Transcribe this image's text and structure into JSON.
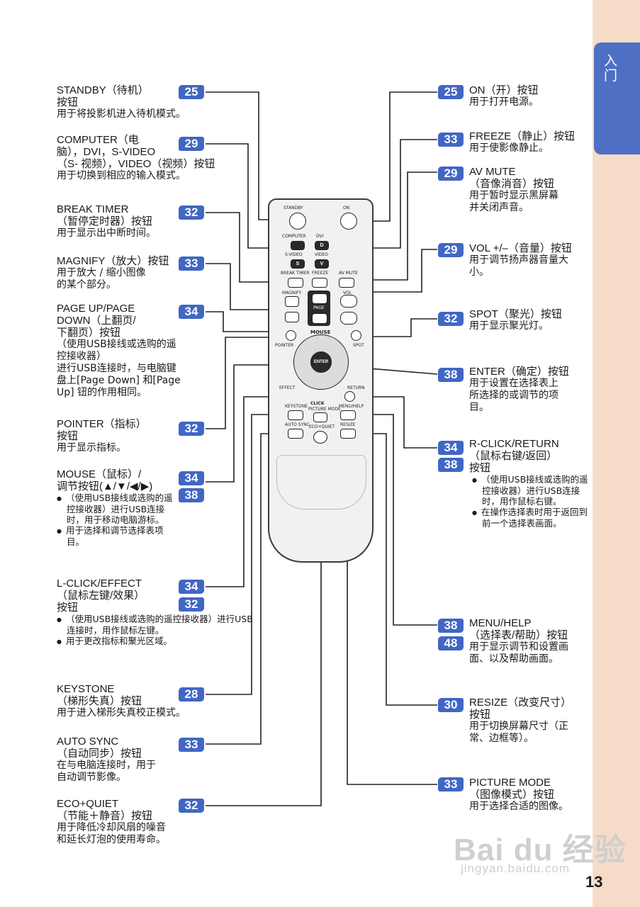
{
  "sidebar": {
    "tab_label": "入门"
  },
  "page_number": "13",
  "watermark": {
    "logo": "Bai du 经验",
    "url": "jingyan.baidu.com"
  },
  "remote": {
    "standby": "STANDBY",
    "on": "ON",
    "computer": "COMPUTER",
    "dvi": "DVI",
    "svideo": "S-VIDEO",
    "video": "VIDEO",
    "break_timer": "BREAK TIMER",
    "freeze": "FREEZE",
    "av_mute": "AV MUTE",
    "magnify": "MAGNIFY",
    "vol": "VOL",
    "page": "PAGE",
    "mouse": "MOUSE",
    "pointer": "POINTER",
    "spot": "SPOT",
    "enter": "ENTER",
    "effect": "EFFECT",
    "return": "RETURN",
    "keystone": "KEYSTONE",
    "click": "CLICK",
    "menu_help": "MENU/HELP",
    "picture_mode": "PICTURE MODE",
    "auto_sync": "AUTO SYNC",
    "eco_quiet": "ECO+QUIET",
    "resize": "RESIZE",
    "key_d": "D",
    "key_s": "S",
    "key_v": "V"
  },
  "left": [
    {
      "id": "standby",
      "badges": [
        "25"
      ],
      "title": "STANDBY（待机）",
      "title2": "按钮",
      "desc": "用于将投影机进入待机模式。"
    },
    {
      "id": "computer",
      "badges": [
        "29"
      ],
      "title": "COMPUTER（电",
      "title2": "脑），DVI，S-VIDEO",
      "title3": "（S- 视频），VIDEO（视频）按钮",
      "desc": "用于切换到相应的输入模式。"
    },
    {
      "id": "break",
      "badges": [
        "32"
      ],
      "title": "BREAK TIMER",
      "title2": "（暂停定时器）按钮",
      "desc": "用于显示出中断时间。"
    },
    {
      "id": "magnify",
      "badges": [
        "33"
      ],
      "title": "MAGNIFY（放大）按钮",
      "desc": "用于放大 / 缩小图像",
      "desc2": "的某个部分。"
    },
    {
      "id": "page",
      "badges": [
        "34"
      ],
      "title": "PAGE UP/PAGE",
      "title2": "DOWN（上翻页/",
      "title3": "下翻页）按钮",
      "desc": "（使用USB接线或选购的遥",
      "desc2": "控接收器）",
      "desc3": "进行USB连接时，与电脑键",
      "desc4": "盘上[Page Down] 和[Page",
      "desc5": "Up] 钮的作用相同。"
    },
    {
      "id": "pointer",
      "badges": [
        "32"
      ],
      "title": "POINTER（指标）",
      "title2": "按钮",
      "desc": "用于显示指标。"
    },
    {
      "id": "mouse",
      "badges": [
        "34",
        "38"
      ],
      "title": "MOUSE（鼠标）/",
      "title2": "调节按钮(▲/▼/◀/▶)",
      "b1": "（使用USB接线或选购的遥控接收器）进行USB连接时，用于移动电脑游标。",
      "b2": "用于选择和调节选择表项目。"
    },
    {
      "id": "lclick",
      "badges": [
        "34",
        "32"
      ],
      "title": "L-CLICK/EFFECT",
      "title2": "（鼠标左键/效果）",
      "title3": "按钮",
      "b1": "（使用USB接线或选购的遥控接收器）进行USB连接时，用作鼠标左键。",
      "b2": "用于更改指标和聚光区域。"
    },
    {
      "id": "keystone",
      "badges": [
        "28"
      ],
      "title": "KEYSTONE",
      "title2": "（梯形失真）按钮",
      "desc": "用于进入梯形失真校正模式。"
    },
    {
      "id": "autosync",
      "badges": [
        "33"
      ],
      "title": "AUTO SYNC",
      "title2": "（自动同步）按钮",
      "desc": "在与电脑连接时，用于",
      "desc2": "自动调节影像。"
    },
    {
      "id": "eco",
      "badges": [
        "32"
      ],
      "title": "ECO+QUIET",
      "title2": "（节能＋静音）按钮",
      "desc": "用于降低冷却风扇的噪音",
      "desc2": "和延长灯泡的使用寿命。"
    }
  ],
  "right": [
    {
      "id": "on",
      "badges": [
        "25"
      ],
      "title": "ON（开）按钮",
      "desc": "用于打开电源。"
    },
    {
      "id": "freeze",
      "badges": [
        "33"
      ],
      "title": "FREEZE（静止）按钮",
      "desc": "用于使影像静止。"
    },
    {
      "id": "avmute",
      "badges": [
        "29"
      ],
      "title": "AV MUTE",
      "title2": "（音像消音）按钮",
      "desc": "用于暂时显示黑屏幕",
      "desc2": "并关闭声音。"
    },
    {
      "id": "vol",
      "badges": [
        "29"
      ],
      "title": "VOL +/–（音量）按钮",
      "desc": "用于调节扬声器音量大",
      "desc2": "小。"
    },
    {
      "id": "spot",
      "badges": [
        "32"
      ],
      "title": "SPOT（聚光）按钮",
      "desc": "用于显示聚光灯。"
    },
    {
      "id": "enter",
      "badges": [
        "38"
      ],
      "title": "ENTER（确定）按钮",
      "desc": "用于设置在选择表上",
      "desc2": "所选择的或调节的项",
      "desc3": "目。"
    },
    {
      "id": "rclick",
      "badges": [
        "34",
        "38"
      ],
      "title": "R-CLICK/RETURN",
      "title2": "（鼠标右键/返回）",
      "title3": "按钮",
      "b1": "（使用USB接线或选购的遥控接收器）进行USB连接时，用作鼠标右键。",
      "b2": "在操作选择表时用于返回到前一个选择表画面。"
    },
    {
      "id": "menu",
      "badges": [
        "38",
        "48"
      ],
      "title": "MENU/HELP",
      "title2": "（选择表/帮助）按钮",
      "desc": "用于显示调节和设置画",
      "desc2": "面、以及帮助画面。"
    },
    {
      "id": "resize",
      "badges": [
        "30"
      ],
      "title": "RESIZE（改变尺寸）",
      "title2": "按钮",
      "desc": "用于切换屏幕尺寸（正",
      "desc2": "常、边框等）。"
    },
    {
      "id": "picture",
      "badges": [
        "33"
      ],
      "title": "PICTURE MODE",
      "title2": "（图像模式）按钮",
      "desc": "用于选择合适的图像。"
    }
  ]
}
